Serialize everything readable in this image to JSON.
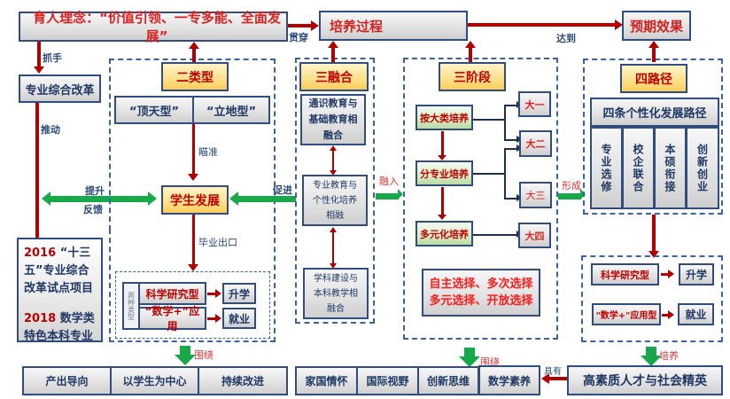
{
  "top_row": {
    "philosophy": "育人理念：“价值引领、一专多能、全面发展”",
    "process": "培养过程",
    "expected": "预期效果",
    "link_penetrate": "贯穿",
    "link_achieve": "达到"
  },
  "left_column": {
    "grab_label": "抓手",
    "reform_box": "专业综合改革",
    "drive_label": "推动",
    "project_2016_year": "2016",
    "project_2016_text": "“十三五”专业综合改革试点项目",
    "project_2018_year": "2018",
    "project_2018_text": "数学类特色本科专业",
    "lift_label": "提升",
    "feedback_label": "反馈"
  },
  "two_types": {
    "title": "二类型",
    "type_a": "“顶天型”",
    "type_b": "“立地型”",
    "aim_label": "瞄准",
    "student_dev": "学生发展",
    "exit_label": "毕业出口",
    "side_label": "两种类型",
    "research": "科学研究型",
    "applied": "“数学+”应用",
    "further_study": "升学",
    "employment": "就业"
  },
  "three_fusions": {
    "title": "三融合",
    "fusion_1": "通识教育与基础教育相融合",
    "fusion_2": "专业教育与个性化培养相融",
    "fusion_3": "学科建设与本科教学相融合",
    "promote_label": "促进",
    "merge_label": "融入"
  },
  "three_stages": {
    "title": "三阶段",
    "stage_1": "按大类培养",
    "stage_2": "分专业培养",
    "stage_3": "多元化培养",
    "year_1": "大一",
    "year_2": "大二",
    "year_3": "大三",
    "year_4": "大四",
    "choices_line1": "自主选择、多次选择",
    "choices_line2": "多元选择、开放选择",
    "form_label": "形成"
  },
  "four_paths": {
    "title": "四路径",
    "subtitle": "四条个性化发展路径",
    "paths": [
      "专业选修",
      "校企联合",
      "本硕衔接",
      "创新创业"
    ],
    "research": "科学研究型",
    "applied": "\"数学+\"应用型",
    "further_study": "升学",
    "employment": "就业",
    "cultivate_label": "培养"
  },
  "bottom_row": {
    "around_label_1": "围绕",
    "around_label_2": "围绕",
    "principles": [
      "产出导向",
      "以学生为中心",
      "持续改进"
    ],
    "qualities": [
      "家国情怀",
      "国际视野",
      "创新思维",
      "数学素养"
    ],
    "have_label": "具有",
    "talent": "高素质人才与社会精英"
  },
  "colors": {
    "border_blue": "#2f4d80",
    "dash_blue": "#3a62a8",
    "arrow_red": "#b00000",
    "arrow_green": "#17a84a",
    "text_red": "#c00000",
    "text_navy": "#1f3864"
  }
}
